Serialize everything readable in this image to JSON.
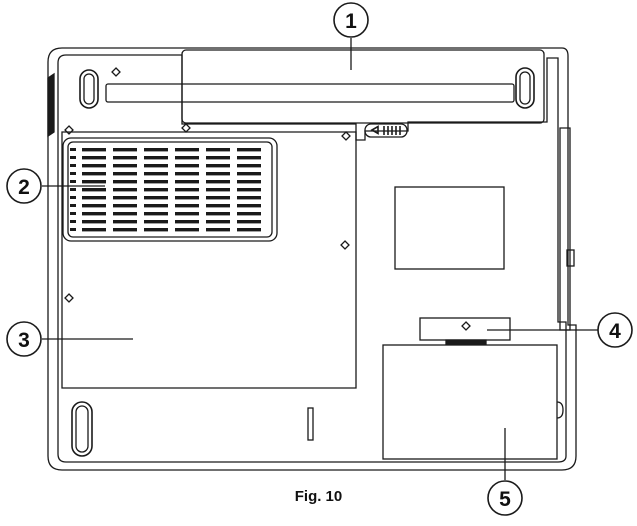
{
  "figure": {
    "caption": "Fig. 10",
    "callouts": [
      {
        "number": "1"
      },
      {
        "number": "2"
      },
      {
        "number": "3"
      },
      {
        "number": "4"
      },
      {
        "number": "5"
      }
    ]
  },
  "colors": {
    "line": "#1a1a1a",
    "background": "#ffffff",
    "dark": "#111111"
  }
}
